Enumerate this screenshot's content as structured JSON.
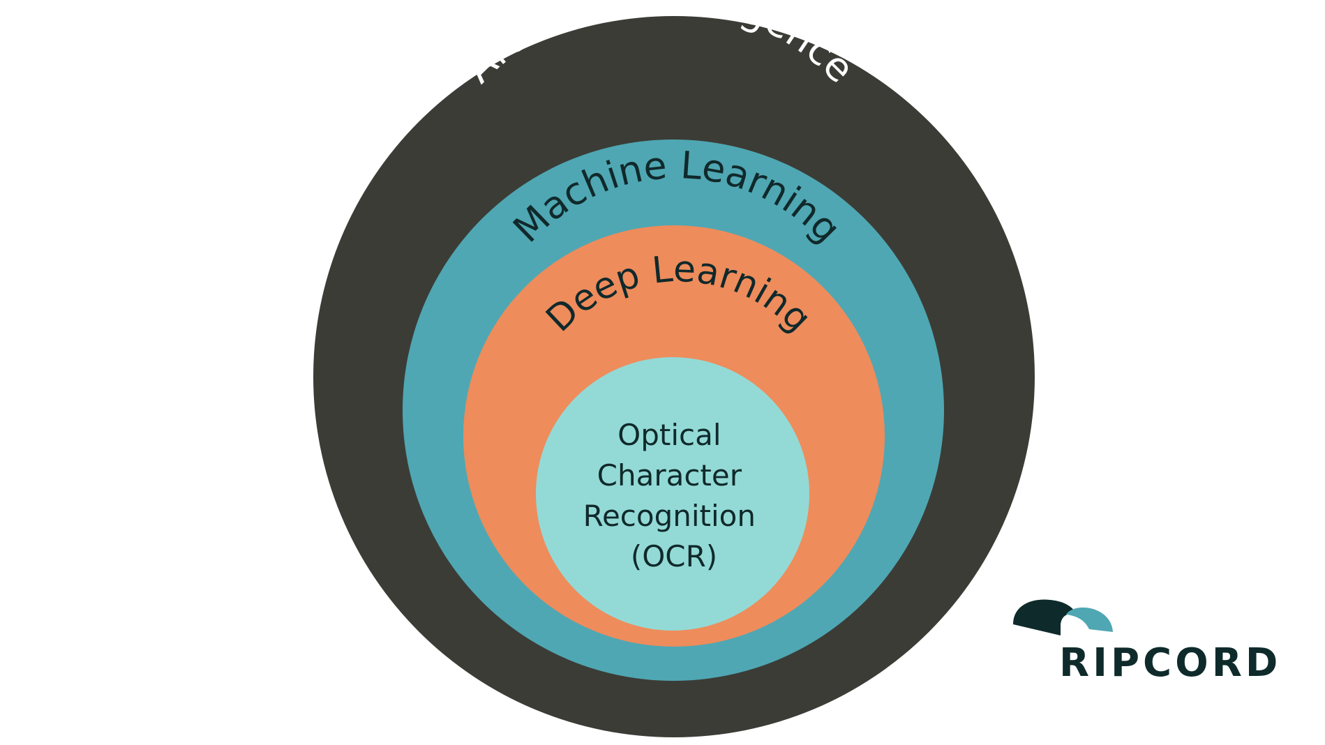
{
  "colors": {
    "background": "#ffffff",
    "ai_ring": "#3b3c36",
    "ml_ring": "#4fa7b3",
    "dl_ring": "#ee8c5c",
    "ocr_core": "#93dad6",
    "light_text": "#ffffff",
    "dark_text": "#10292b",
    "logo_dark": "#0f2a2a",
    "logo_accent": "#4fa7b3"
  },
  "layers": [
    {
      "label": "Artificial Intelligence"
    },
    {
      "label": "Machine Learning"
    },
    {
      "label": "Deep Learning"
    }
  ],
  "center": {
    "lines": [
      "Optical",
      "Character",
      "Recognition",
      "(OCR)"
    ]
  },
  "logo": {
    "wordmark": "RIPCORD",
    "icon": "ripcord-arch-icon"
  }
}
